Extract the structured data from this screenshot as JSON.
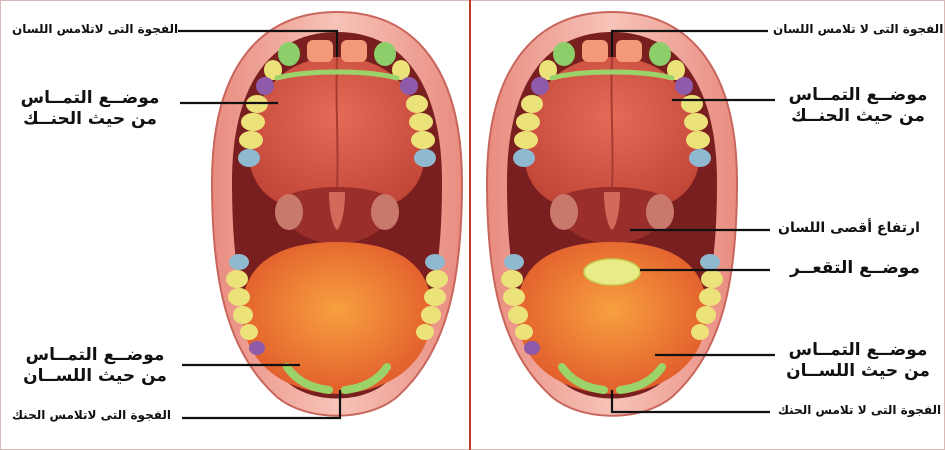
{
  "left_panel": {
    "gap_top": "الفجوة التى لاتلامس اللسان",
    "palate_contact_line1": "موضــع التمــاس",
    "palate_contact_line2": "من حيث الحنــك",
    "tongue_contact_line1": "موضــع التمــاس",
    "tongue_contact_line2": "من حيث اللســان",
    "gap_bottom": "الفجوة التى لاتلامس الحنك"
  },
  "right_panel": {
    "gap_top": "الفجوة التى لا تلامس اللسان",
    "palate_contact_line1": "موضــع التمــاس",
    "palate_contact_line2": "من حيث الحنــك",
    "back_tongue": "ارتفاع أقصى اللسان",
    "hollow": "موضــع التقعــر",
    "tongue_contact_line1": "موضــع التمــاس",
    "tongue_contact_line2": "من حيث اللســان",
    "gap_bottom": "الفجوة التى لا تلامس الحنك"
  },
  "colors": {
    "lip": "#f2a79b",
    "lip_dark": "#e0857a",
    "palate": "#d9574a",
    "throat": "#b23a33",
    "tongue": "#f07a36",
    "tooth_green": "#8ccf6a",
    "tooth_yellow": "#ece27a",
    "tooth_purple": "#8e5aa9",
    "tooth_blue": "#8fb9cf",
    "tooth_peach": "#f29a77",
    "contact": "#9bd36a",
    "hollow": "#e9ec86",
    "divider": "#c0392b"
  }
}
